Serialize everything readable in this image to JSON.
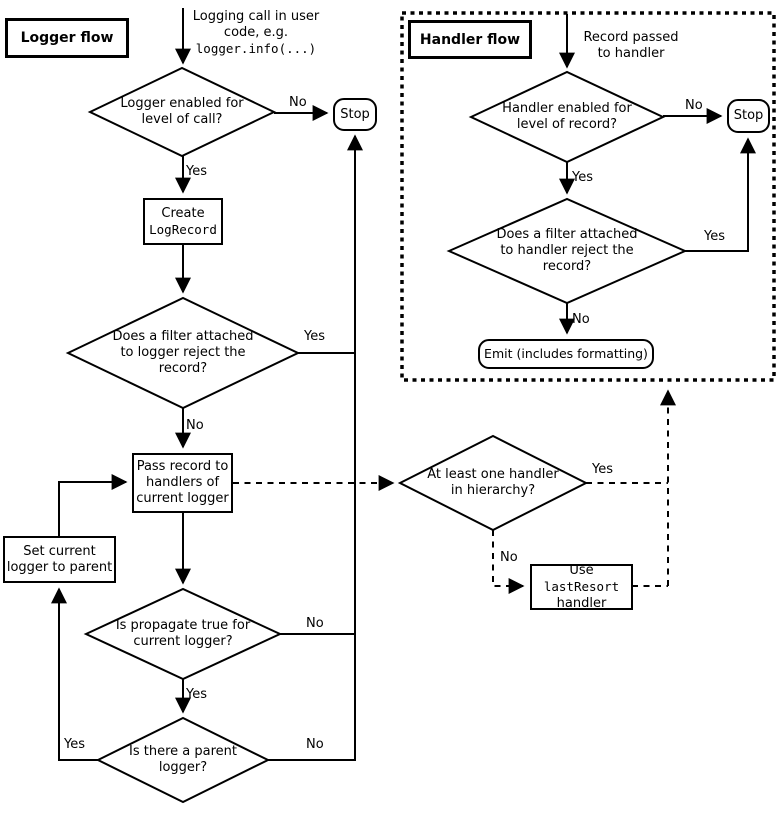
{
  "colors": {
    "ink": "#000000",
    "paper": "#ffffff"
  },
  "logger": {
    "title": "Logger flow",
    "start_lines": [
      "Logging call in user",
      "code, e.g."
    ],
    "start_code": "logger.info(...)",
    "d1_lines": [
      "Logger enabled for",
      "level of call?"
    ],
    "create_line1": "Create",
    "create_code": "LogRecord",
    "d2_lines": [
      "Does a filter attached",
      "to logger reject the",
      "record?"
    ],
    "pass_lines": [
      "Pass record to",
      "handlers of",
      "current logger"
    ],
    "set_lines": [
      "Set current",
      "logger to parent"
    ],
    "d3_lines": [
      "Is propagate true for",
      "current logger?"
    ],
    "d4_lines": [
      "Is there a parent",
      "logger?"
    ],
    "stop": "Stop"
  },
  "handler": {
    "title": "Handler flow",
    "start_lines": [
      "Record passed",
      "to handler"
    ],
    "h1_lines": [
      "Handler enabled for",
      "level of record?"
    ],
    "h2_lines": [
      "Does a filter attached",
      "to handler reject the",
      "record?"
    ],
    "emit": "Emit (includes formatting)",
    "stop": "Stop"
  },
  "shared": {
    "h3_lines": [
      "At least one handler",
      "in hierarchy?"
    ],
    "lastresort_pre": "Use ",
    "lastresort_code": "lastResort",
    "lastresort_line2": "handler"
  },
  "edges": {
    "d1_no": "No",
    "d1_yes": "Yes",
    "d2_yes": "Yes",
    "d2_no": "No",
    "d3_no": "No",
    "d3_yes": "Yes",
    "d4_yes": "Yes",
    "d4_no": "No",
    "h1_no": "No",
    "h1_yes": "Yes",
    "h2_yes": "Yes",
    "h2_no": "No",
    "h3_yes": "Yes",
    "h3_no": "No"
  }
}
